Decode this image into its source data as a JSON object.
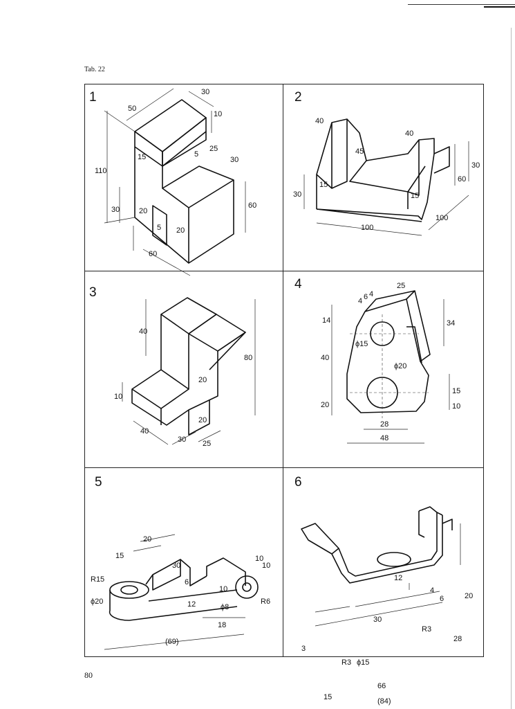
{
  "header": {
    "table_label": "Tab. 22"
  },
  "footer": {
    "page_number": "80"
  },
  "cells": [
    {
      "number": "1",
      "dims": [
        "50",
        "30",
        "10",
        "110",
        "15",
        "5",
        "25",
        "30",
        "30",
        "20",
        "5",
        "20",
        "60",
        "60"
      ]
    },
    {
      "number": "2",
      "dims": [
        "40",
        "45",
        "40",
        "15",
        "30",
        "15",
        "60",
        "30",
        "100",
        "100"
      ]
    },
    {
      "number": "3",
      "dims": [
        "40",
        "80",
        "20",
        "10",
        "20",
        "40",
        "30",
        "25"
      ]
    },
    {
      "number": "4",
      "dims": [
        "25",
        "4",
        "6",
        "4",
        "14",
        "34",
        "ϕ15",
        "ϕ20",
        "40",
        "15",
        "20",
        "10",
        "28",
        "48"
      ]
    },
    {
      "number": "5",
      "dims": [
        "20",
        "15",
        "30",
        "R15",
        "6",
        "10",
        "10",
        "ϕ20",
        "12",
        "10",
        "ϕ8",
        "R6",
        "18",
        "(69)"
      ]
    },
    {
      "number": "6",
      "dims": [
        "12",
        "4",
        "6",
        "20",
        "30",
        "3",
        "R3",
        "28",
        "R3",
        "ϕ15",
        "66",
        "15",
        "(84)"
      ]
    }
  ]
}
